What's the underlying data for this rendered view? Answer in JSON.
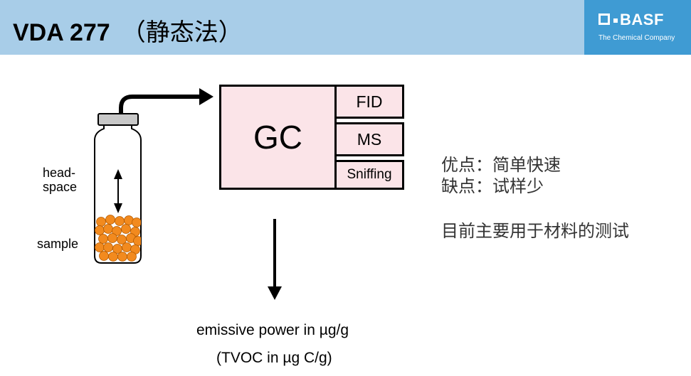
{
  "header": {
    "title": "VDA 277",
    "subtitle": "（静态法）",
    "logo": {
      "name": "BASF",
      "tagline": "The Chemical Company"
    }
  },
  "diagram": {
    "vial_labels": {
      "headspace_line1": "head-",
      "headspace_line2": "space",
      "sample": "sample"
    },
    "instrument": {
      "gc": "GC",
      "fid": "FID",
      "ms": "MS",
      "sniffing": "Sniffing"
    },
    "output": {
      "line1": "emissive power in µg/g",
      "line2": "(TVOC in µg C/g)"
    }
  },
  "notes": {
    "advantages": "优点：简单快速",
    "disadvantages": "缺点：试样少",
    "usage": "目前主要用于材料的测试"
  },
  "colors": {
    "header_bg": "#a8cde8",
    "logo_bg": "#3f9bd3",
    "box_fill": "#fbe4e8",
    "sample_orange": "#f28a1e"
  }
}
